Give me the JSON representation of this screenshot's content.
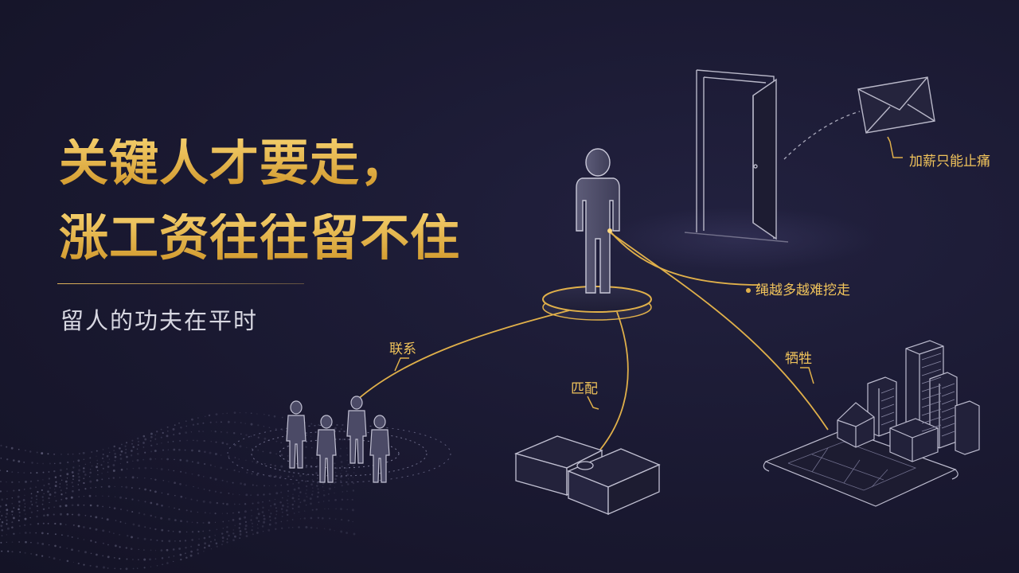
{
  "headline": {
    "line1": "关键人才要走，",
    "line2": "涨工资往往留不住"
  },
  "subtitle": "留人的功夫在平时",
  "labels": {
    "salary": "加薪只能止痛",
    "ties": "绳越多越难挖走",
    "link": "联系",
    "fit": "匹配",
    "sacrifice": "牺牲"
  },
  "icons": [
    "person-figure-icon",
    "door-icon",
    "envelope-icon",
    "team-icon",
    "puzzle-icon",
    "city-blueprint-icon"
  ],
  "colors": {
    "background": "#1b1a33",
    "accent_gold": "#e0b04a",
    "line_gray": "#a9a9bb",
    "text_light": "#d8d8e2"
  }
}
